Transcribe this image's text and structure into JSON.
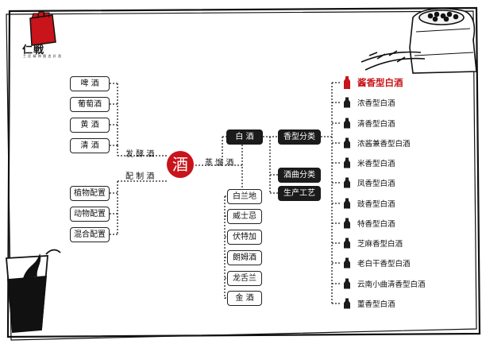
{
  "brand": {
    "name": "仁戦",
    "tagline": "工 匠 精 神   酿 造 好 酒"
  },
  "center_seal": {
    "char": "酒"
  },
  "left_groups": {
    "fermented": {
      "label": "发 酵 酒",
      "items": [
        "啤  酒",
        "葡萄酒",
        "黄  酒",
        "清  酒"
      ]
    },
    "blended": {
      "label": "配 制 酒",
      "items": [
        "植物配置",
        "动物配置",
        "混合配置"
      ]
    }
  },
  "distilled": {
    "label": "蒸 馏 酒",
    "baijiu": "白  酒",
    "others": [
      "白兰地",
      "威士忌",
      "伏特加",
      "朗姆酒",
      "龙舌兰",
      "金  酒"
    ]
  },
  "baijiu_branches": [
    "香型分类",
    "酒曲分类",
    "生产工艺"
  ],
  "aroma_types": [
    {
      "name": "酱香型白酒",
      "highlight": true
    },
    {
      "name": "浓香型白酒"
    },
    {
      "name": "清香型白酒"
    },
    {
      "name": "浓酱兼香型白酒"
    },
    {
      "name": "米香型白酒"
    },
    {
      "name": "凤香型白酒"
    },
    {
      "name": "豉香型白酒"
    },
    {
      "name": "特香型白酒"
    },
    {
      "name": "芝麻香型白酒"
    },
    {
      "name": "老白干香型白酒"
    },
    {
      "name": "云南小曲清香型白酒"
    },
    {
      "name": "董香型白酒"
    }
  ],
  "colors": {
    "ink": "#1b1b1b",
    "accent": "#c8141a"
  }
}
